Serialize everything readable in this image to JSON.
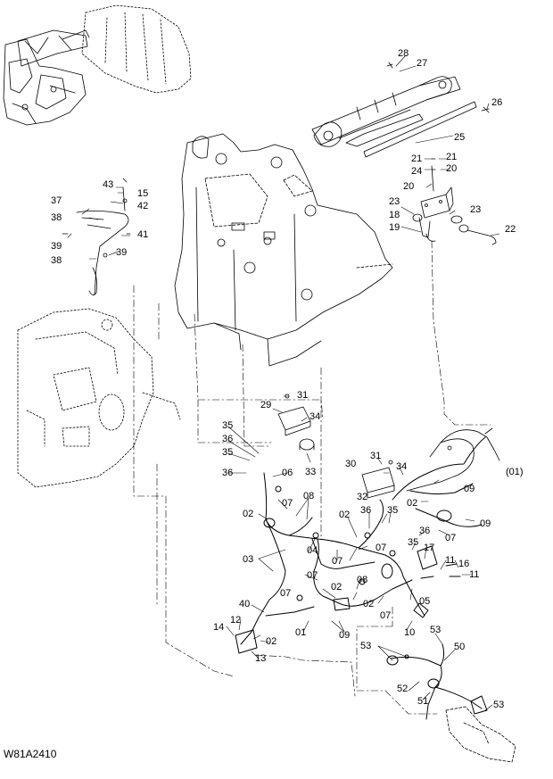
{
  "drawing_code": "W81A2410",
  "labels": [
    {
      "id": "p28",
      "text": "28"
    },
    {
      "id": "p27",
      "text": "27"
    },
    {
      "id": "p26",
      "text": "26"
    },
    {
      "id": "p25",
      "text": "25"
    },
    {
      "id": "p21a",
      "text": "21"
    },
    {
      "id": "p21b",
      "text": "21"
    },
    {
      "id": "p24",
      "text": "24"
    },
    {
      "id": "p20a",
      "text": "20"
    },
    {
      "id": "p20b",
      "text": "20"
    },
    {
      "id": "p23a",
      "text": "23"
    },
    {
      "id": "p23b",
      "text": "23"
    },
    {
      "id": "p18",
      "text": "18"
    },
    {
      "id": "p19",
      "text": "19"
    },
    {
      "id": "p22",
      "text": "22"
    },
    {
      "id": "p43",
      "text": "43"
    },
    {
      "id": "p15",
      "text": "15"
    },
    {
      "id": "p42",
      "text": "42"
    },
    {
      "id": "p37",
      "text": "37"
    },
    {
      "id": "p38a",
      "text": "38"
    },
    {
      "id": "p41",
      "text": "41"
    },
    {
      "id": "p39a",
      "text": "39"
    },
    {
      "id": "p39b",
      "text": "39"
    },
    {
      "id": "p38b",
      "text": "38"
    },
    {
      "id": "p31a",
      "text": "31"
    },
    {
      "id": "p29",
      "text": "29"
    },
    {
      "id": "p34a",
      "text": "34"
    },
    {
      "id": "p33",
      "text": "33"
    },
    {
      "id": "p35a",
      "text": "35"
    },
    {
      "id": "p36a",
      "text": "36"
    },
    {
      "id": "p35b",
      "text": "35"
    },
    {
      "id": "p36b",
      "text": "36"
    },
    {
      "id": "p06",
      "text": "06"
    },
    {
      "id": "p08a",
      "text": "08"
    },
    {
      "id": "p07a",
      "text": "07"
    },
    {
      "id": "p02a",
      "text": "02"
    },
    {
      "id": "p01_ref",
      "text": "(01)"
    },
    {
      "id": "p31b",
      "text": "31"
    },
    {
      "id": "p30",
      "text": "30"
    },
    {
      "id": "p34b",
      "text": "34"
    },
    {
      "id": "p09a",
      "text": "09"
    },
    {
      "id": "p32",
      "text": "32"
    },
    {
      "id": "p02b",
      "text": "02"
    },
    {
      "id": "p36c",
      "text": "36"
    },
    {
      "id": "p35c",
      "text": "35"
    },
    {
      "id": "p02c",
      "text": "02"
    },
    {
      "id": "p09b",
      "text": "09"
    },
    {
      "id": "p36d",
      "text": "36"
    },
    {
      "id": "p07b",
      "text": "07"
    },
    {
      "id": "p04",
      "text": "04"
    },
    {
      "id": "p07c",
      "text": "07"
    },
    {
      "id": "p07d",
      "text": "07"
    },
    {
      "id": "p35d",
      "text": "35"
    },
    {
      "id": "p17",
      "text": "17"
    },
    {
      "id": "p03",
      "text": "03"
    },
    {
      "id": "p07e",
      "text": "07"
    },
    {
      "id": "p11a",
      "text": "11"
    },
    {
      "id": "p16",
      "text": "16"
    },
    {
      "id": "p11b",
      "text": "11"
    },
    {
      "id": "p02d",
      "text": "02"
    },
    {
      "id": "p08b",
      "text": "08"
    },
    {
      "id": "p07f",
      "text": "07"
    },
    {
      "id": "p05",
      "text": "05"
    },
    {
      "id": "p40",
      "text": "40"
    },
    {
      "id": "p02e",
      "text": "02"
    },
    {
      "id": "p07g",
      "text": "07"
    },
    {
      "id": "p12",
      "text": "12"
    },
    {
      "id": "p14",
      "text": "14"
    },
    {
      "id": "p01",
      "text": "01"
    },
    {
      "id": "p09c",
      "text": "09"
    },
    {
      "id": "p10",
      "text": "10"
    },
    {
      "id": "p02f",
      "text": "02"
    },
    {
      "id": "p13",
      "text": "13"
    },
    {
      "id": "p53a",
      "text": "53"
    },
    {
      "id": "p53b",
      "text": "53"
    },
    {
      "id": "p50",
      "text": "50"
    },
    {
      "id": "p52",
      "text": "52"
    },
    {
      "id": "p51",
      "text": "51"
    },
    {
      "id": "p53c",
      "text": "53"
    }
  ],
  "colors": {
    "line": "#000000",
    "background": "#ffffff"
  }
}
